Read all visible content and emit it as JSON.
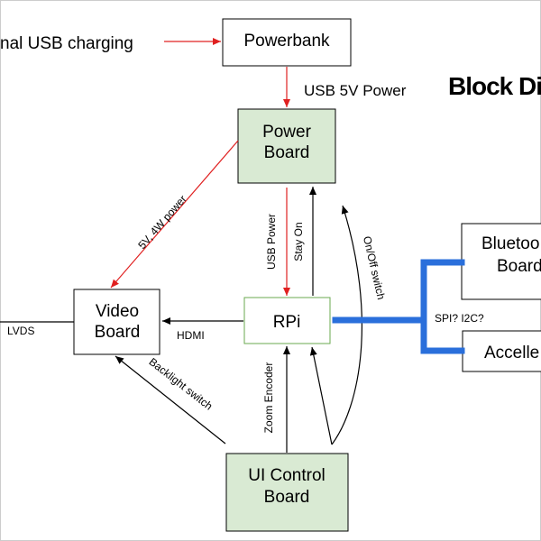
{
  "title": "Block Diagram",
  "colors": {
    "power_link": "#e02020",
    "signal_link": "#000000",
    "bus_link": "#2a6fdb",
    "green_fill": "#d9ead3",
    "white_fill": "#ffffff",
    "rpi_border": "#6aa84f"
  },
  "nodes": {
    "powerbank": "Powerbank",
    "power_board_line1": "Power",
    "power_board_line2": "Board",
    "video_board_line1": "Video",
    "video_board_line2": "Board",
    "rpi": "RPi",
    "ui_control_line1": "UI Control",
    "ui_control_line2": "Board",
    "bluetooth_line1": "Bluetoo",
    "bluetooth_line2": "Board",
    "accel": "Accelle"
  },
  "labels": {
    "usb_charging": "nal USB charging",
    "usb_5v": "USB 5V Power",
    "power_5v_4w": "5V, 4W power",
    "usb_power": "USB Power",
    "stay_on": "Stay On",
    "on_off_switch": "On/Off switch",
    "lvds": "LVDS",
    "hdmi": "HDMI",
    "spi_i2c": "SPI? I2C?",
    "backlight_switch": "Backlight switch",
    "zoom_encoder": "Zoom Encoder"
  }
}
